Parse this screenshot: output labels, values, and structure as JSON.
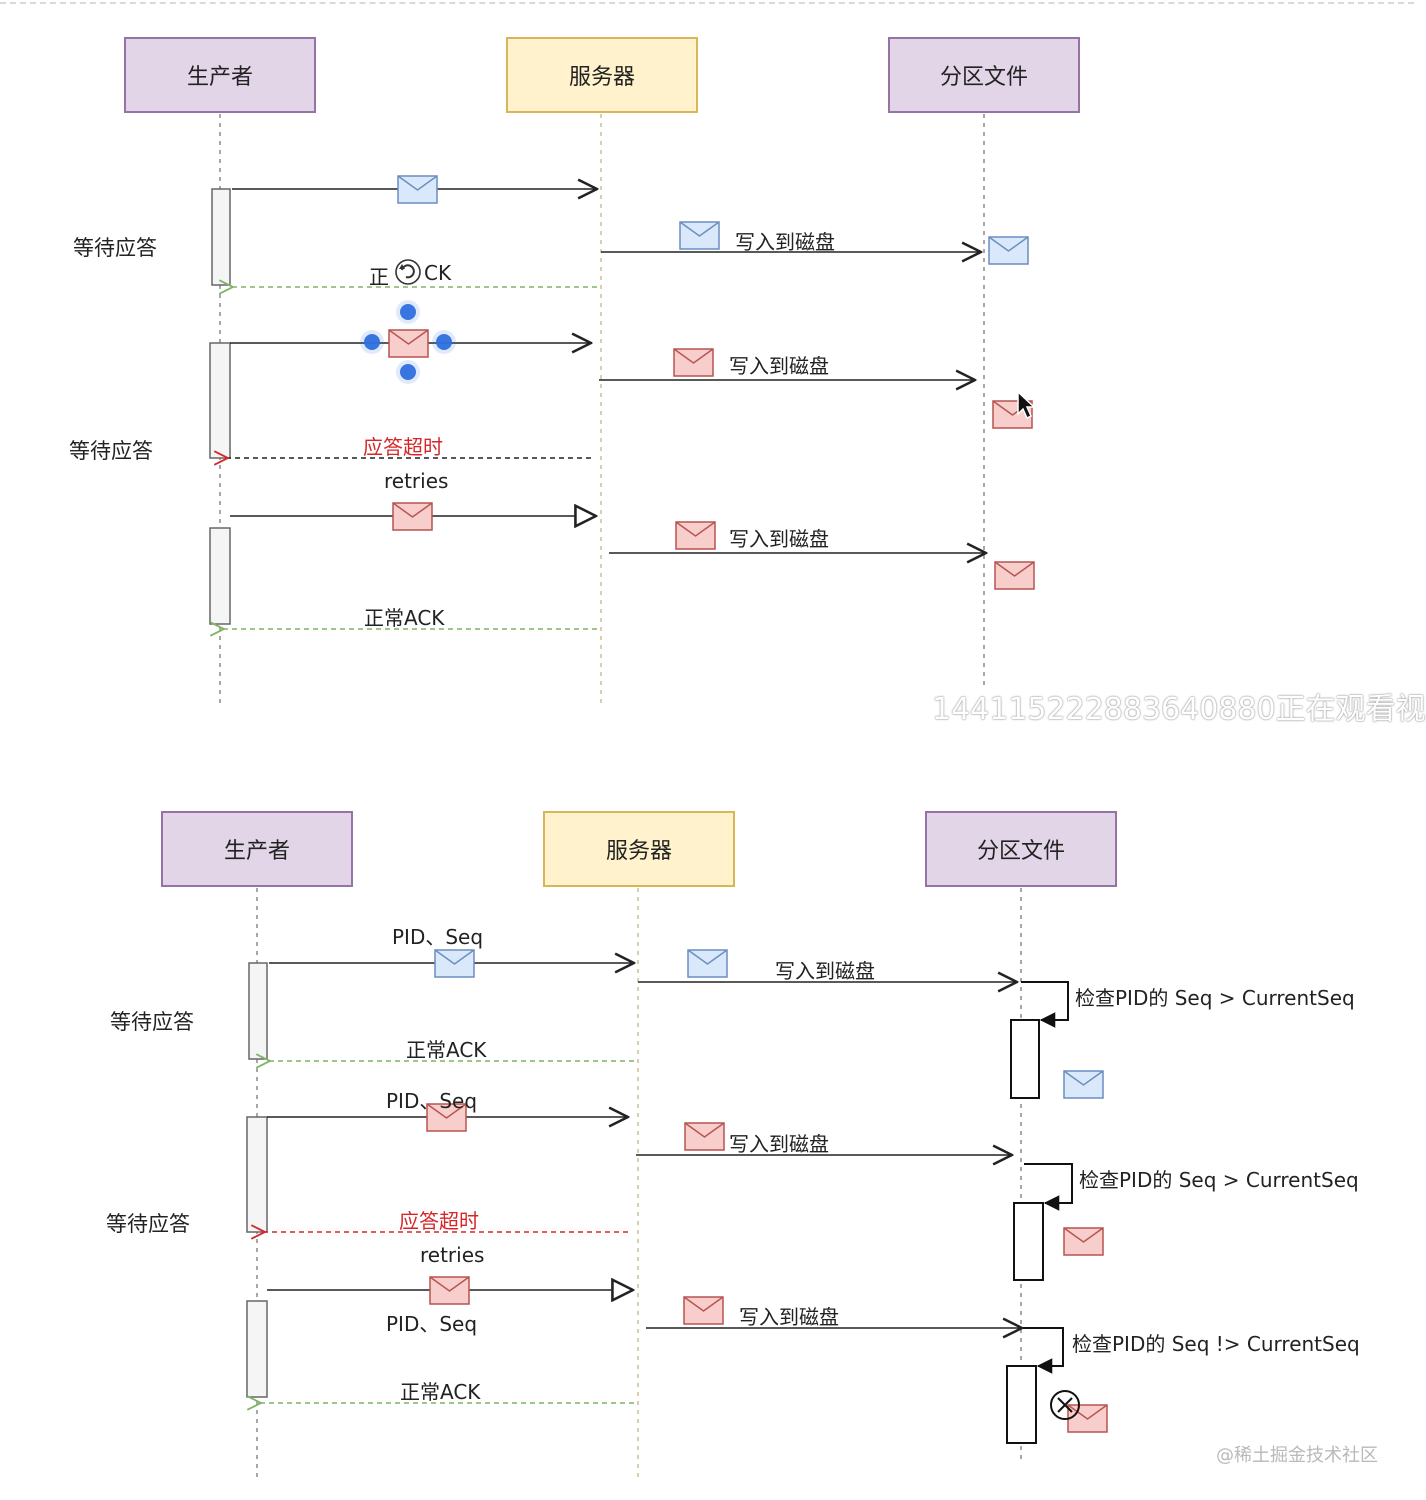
{
  "top": {
    "participants": {
      "producer": "生产者",
      "server": "服务器",
      "partition": "分区文件"
    },
    "wait_1": "等待应答",
    "wait_2": "等待应答",
    "write_1": "写入到磁盘",
    "write_2": "写入到磁盘",
    "write_3": "写入到磁盘",
    "ack_1_prefix": "正",
    "ack_1_suffix": "CK",
    "timeout": "应答超时",
    "retries": "retries",
    "ack_2": "正常ACK"
  },
  "bottom": {
    "participants": {
      "producer": "生产者",
      "server": "服务器",
      "partition": "分区文件"
    },
    "wait_1": "等待应答",
    "wait_2": "等待应答",
    "pid_seq_1": "PID、Seq",
    "pid_seq_2": "PID、Seq",
    "pid_seq_3": "PID、Seq",
    "write_1": "写入到磁盘",
    "write_2": "写入到磁盘",
    "write_3": "写入到磁盘",
    "check_1": "检查PID的 Seq > CurrentSeq",
    "check_2": "检查PID的 Seq > CurrentSeq",
    "check_3": "检查PID的 Seq !> CurrentSeq",
    "ack_1": "正常ACK",
    "timeout": "应答超时",
    "retries": "retries",
    "ack_2": "正常ACK"
  },
  "watermark": "1441152228836408​80正在观看视",
  "credit": "@稀土掘金技术社区",
  "colors": {
    "purple_fill": "#e1d5e7",
    "purple_stroke": "#9673a6",
    "yellow_fill": "#fff2cc",
    "yellow_stroke": "#d6b656",
    "blue_env_fill": "#dae8fc",
    "blue_env_stroke": "#6c8ebf",
    "red_env_fill": "#f8cecc",
    "red_env_stroke": "#b85450",
    "ack_green": "#82b366",
    "timeout_red": "#d62728",
    "handle_blue": "#2f6fe0"
  }
}
